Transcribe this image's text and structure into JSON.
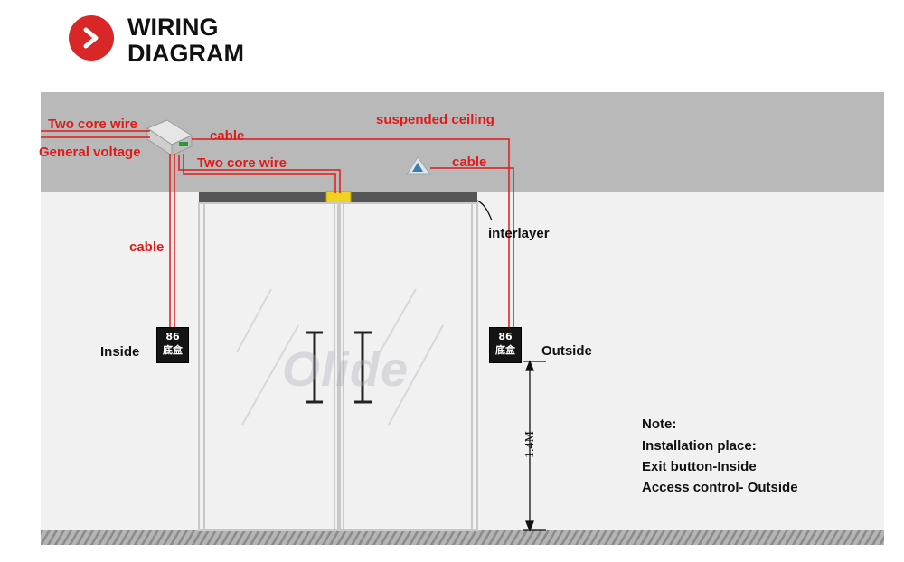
{
  "header": {
    "title_line1": "WIRING",
    "title_line2": "DIAGRAM",
    "icon": "chevron-right-icon",
    "icon_color": "#d92626"
  },
  "labels": {
    "two_core_wire_top": "Two core wire",
    "general_voltage": "General voltage",
    "cable_top": "cable",
    "two_core_wire_mid": "Two core wire",
    "suspended_ceiling": "suspended ceiling",
    "cable_right": "cable",
    "interlayer": "interlayer",
    "cable_left": "cable",
    "inside": "Inside",
    "outside": "Outside",
    "height": "1.4M"
  },
  "boxes": [
    {
      "number": "86",
      "chars": "底盒"
    },
    {
      "number": "86",
      "chars": "底盒"
    }
  ],
  "watermark": "Olide",
  "note": {
    "title": "Note:",
    "lines": [
      "Installation place:",
      "Exit button-Inside",
      "Access control- Outside"
    ]
  },
  "colors": {
    "wire": "#e01a1a",
    "ceiling": "#b9b9b9",
    "wall": "#f1f1f1",
    "floor": "#a9a9a9"
  }
}
